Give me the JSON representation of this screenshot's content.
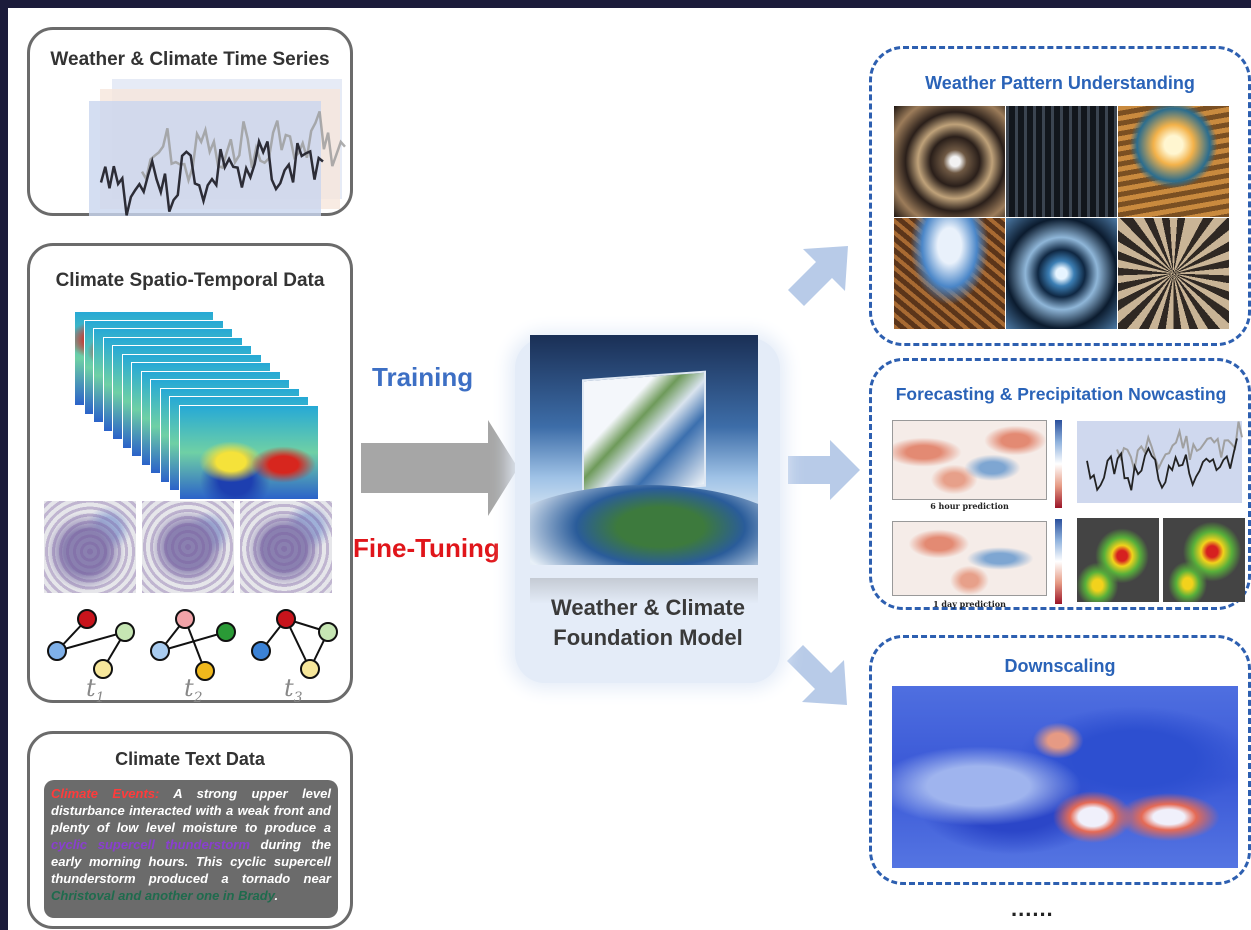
{
  "inputs": {
    "time_series": {
      "title": "Weather & Climate Time Series"
    },
    "spatio_temporal": {
      "title": "Climate Spatio-Temporal Data",
      "time_labels": [
        "t",
        "t",
        "t"
      ],
      "time_subscripts": [
        "1",
        "2",
        "3"
      ]
    },
    "text_data": {
      "title": "Climate Text Data",
      "segments": [
        {
          "text": "Climate Events:",
          "color": "#ff3b3b"
        },
        {
          "text": " A strong upper level disturbance interacted with a weak front and plenty of low level moisture to produce a ",
          "color": "#ffffff"
        },
        {
          "text": "cyclic supercell thunderstorm",
          "color": "#8a3fd0"
        },
        {
          "text": " during the early morning hours. This cyclic supercell thunderstorm produced a tornado near ",
          "color": "#ffffff"
        },
        {
          "text": "Christoval and another one in Brady",
          "color": "#1f6b4d"
        },
        {
          "text": ".",
          "color": "#ffffff"
        }
      ]
    }
  },
  "process": {
    "training_label": "Training",
    "finetuning_label": "Fine-Tuning",
    "model_label_line1": "Weather & Climate",
    "model_label_line2": "Foundation Model"
  },
  "outputs": {
    "pattern": {
      "title": "Weather Pattern Understanding"
    },
    "forecast": {
      "title": "Forecasting & Precipitation Nowcasting",
      "caption_1": "6 hour prediction",
      "caption_2": "1 day prediction"
    },
    "downscaling": {
      "title": "Downscaling"
    },
    "more": "......"
  },
  "colors": {
    "accent_blue": "#2a63b8",
    "training_blue": "#3d6fc4",
    "finetune_red": "#e0151a",
    "arrow_gray": "#a6a6a6",
    "arrow_lightblue": "#b8cbe8"
  }
}
